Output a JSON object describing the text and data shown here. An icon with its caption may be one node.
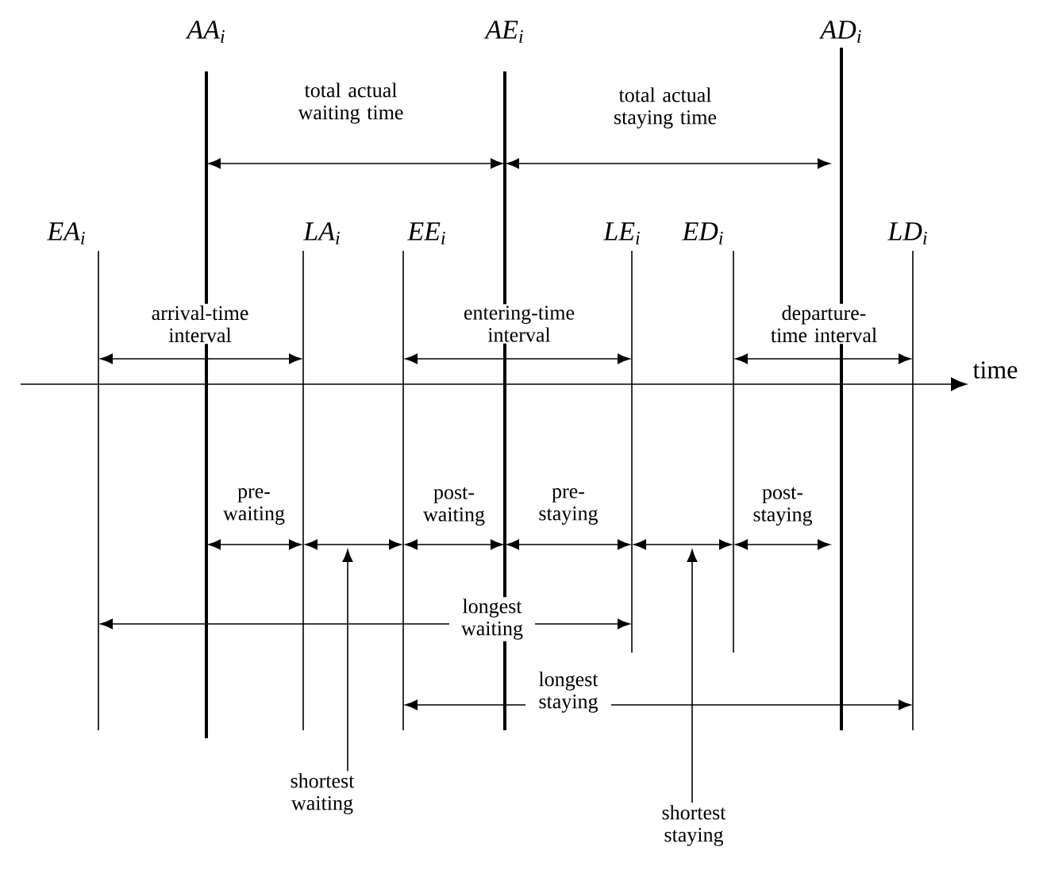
{
  "diagram": {
    "nodes": [
      {
        "text": [
          "shortest waiting"
        ]
      },
      {
        "text": [
          "shortest staying"
        ]
      }
    ],
    "edges": [
      {
        "from": 0,
        "to": null,
        "arrow": "to"
      },
      {
        "from": 1,
        "to": null,
        "arrow": "to"
      }
    ],
    "labels": [
      "AA$_{i}$",
      "AE$_{i}$",
      "AD$_{i}$",
      "total actual waiting time",
      "total actual staying time",
      "EA$_{i}$",
      "LA$_{i}$",
      "EE$_{i}$",
      "LE$_{i}$",
      "ED$_{i}$",
      "LD$_{i}$",
      "arrival-time interval",
      "entering-time interval",
      "departure-time interval",
      "time",
      "pre-waiting",
      "post-waiting",
      "pre-staying",
      "post-staying",
      "longest waiting",
      "longest staying"
    ]
  }
}
